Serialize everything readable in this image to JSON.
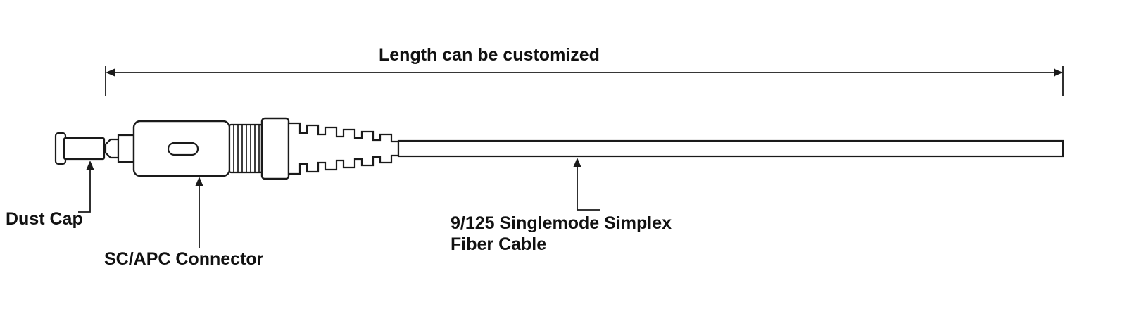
{
  "diagram": {
    "title": "Length can be customized",
    "labels": {
      "dust_cap": "Dust Cap",
      "connector": "SC/APC Connector",
      "cable_line1": "9/125 Singlemode Simplex",
      "cable_line2": "Fiber Cable"
    },
    "colors": {
      "stroke": "#1a1a1a",
      "background": "#ffffff"
    }
  }
}
